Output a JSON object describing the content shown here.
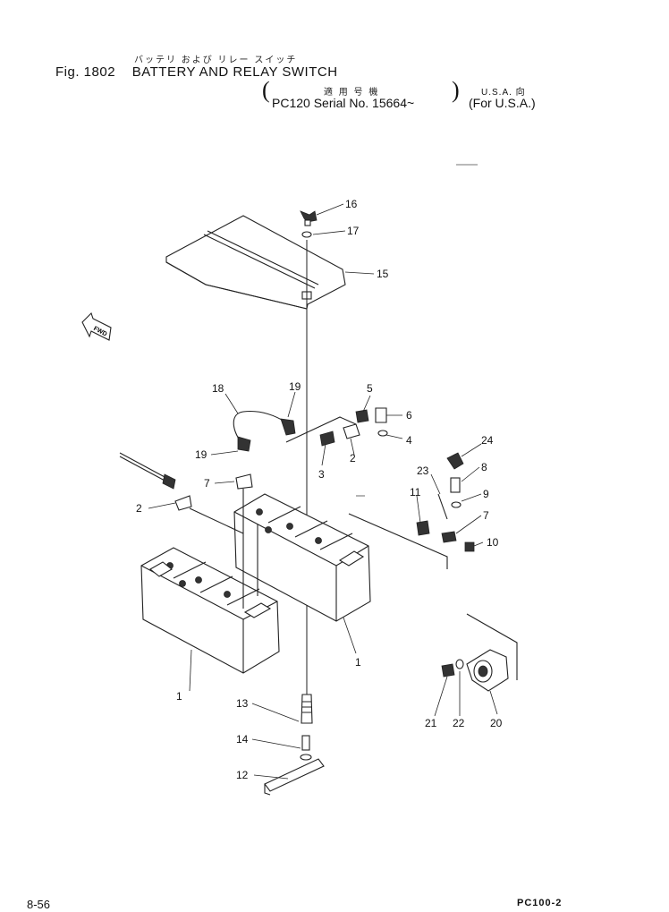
{
  "header": {
    "title_jp": "バッテリ および リレー スイッチ",
    "fig_label": "Fig. 1802",
    "title": "BATTERY AND RELAY SWITCH",
    "serial_jp": "適 用 号 機",
    "serial": "PC120 Serial No. 15664~",
    "usa_jp": "U.S.A. 向",
    "usa": "(For U.S.A.)"
  },
  "fwd_label": "FWD",
  "callouts": [
    "1",
    "1",
    "2",
    "2",
    "3",
    "4",
    "5",
    "6",
    "7",
    "7",
    "8",
    "9",
    "10",
    "11",
    "12",
    "13",
    "14",
    "15",
    "16",
    "17",
    "18",
    "19",
    "19",
    "20",
    "21",
    "22",
    "23",
    "24"
  ],
  "footer": {
    "page": "8-56",
    "model": "PC100-2"
  }
}
